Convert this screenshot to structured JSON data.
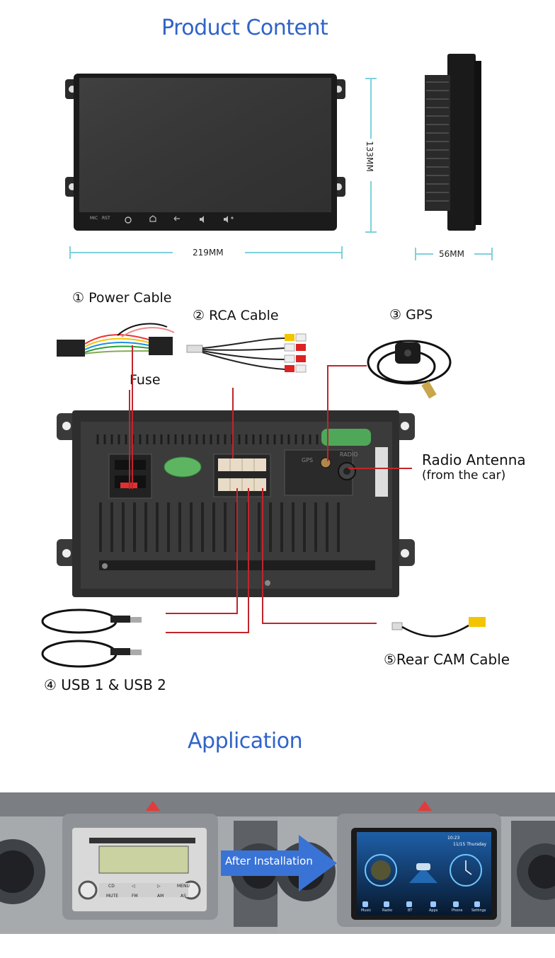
{
  "sections": {
    "product_content": "Product Content",
    "application": "Application"
  },
  "dimensions": {
    "width": "219MM",
    "height": "133MM",
    "depth": "56MM"
  },
  "unit_buttons": {
    "mic_text": "MIC",
    "rst_text": "RST"
  },
  "components": {
    "power_cable": "① Power Cable",
    "rca_cable": "② RCA Cable",
    "gps": "③ GPS",
    "fuse": "Fuse",
    "radio_antenna": "Radio Antenna",
    "radio_antenna_note": "(from the car)",
    "rear_cam": "⑤Rear CAM Cable",
    "usb": "④ USB 1 & USB 2"
  },
  "rear_panel": {
    "gps_port": "GPS",
    "radio_port": "RADIO"
  },
  "application": {
    "after_installation": "After Installation",
    "old_radio": {
      "buttons": [
        "CD",
        "◁",
        "▷",
        "MENU"
      ],
      "buttons_bottom": [
        "MUTE",
        "FM",
        "AM",
        "AS"
      ]
    },
    "new_screen": {
      "clock": "11/15 Thursday",
      "status_time": "10:23",
      "apps": [
        "Music",
        "Radio",
        "BT",
        "Apps",
        "Phone",
        "Settings"
      ]
    }
  },
  "colors": {
    "heading": "#2f63c8",
    "dimension_line": "#7fd0dc",
    "callout_line": "#c0252c",
    "arrow": "#3a73d6"
  }
}
